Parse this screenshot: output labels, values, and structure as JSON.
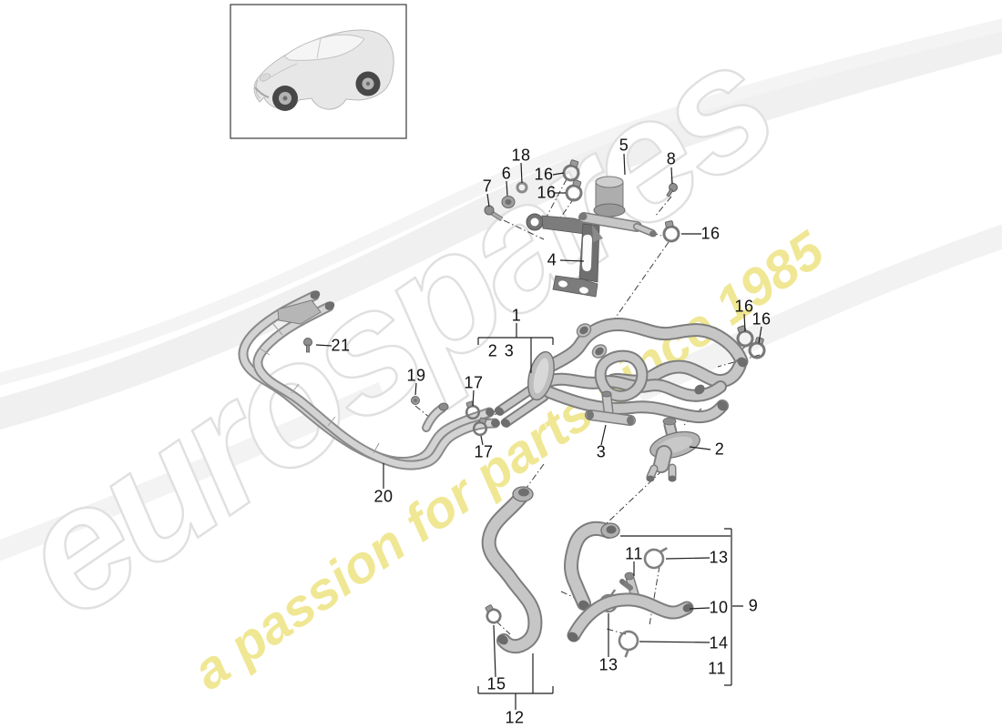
{
  "watermark": {
    "brand_text": "eurospares",
    "tagline_text": "a passion for parts since 1985",
    "brand_outline_color": "#e0e0e0",
    "tagline_color": "#f0e795"
  },
  "vehicle_thumbnail": {
    "icon": "car-suv-icon"
  },
  "diagram": {
    "line_color": "#1f1f1f",
    "hose_color": "#c6c6c6",
    "callouts": [
      {
        "text": "18"
      },
      {
        "text": "6"
      },
      {
        "text": "7"
      },
      {
        "text": "16"
      },
      {
        "text": "16"
      },
      {
        "text": "5"
      },
      {
        "text": "8"
      },
      {
        "text": "16"
      },
      {
        "text": "4"
      },
      {
        "text": "1"
      },
      {
        "text": "2"
      },
      {
        "text": "3"
      },
      {
        "text": "16"
      },
      {
        "text": "16"
      },
      {
        "text": "21"
      },
      {
        "text": "19"
      },
      {
        "text": "17"
      },
      {
        "text": "17"
      },
      {
        "text": "20"
      },
      {
        "text": "3"
      },
      {
        "text": "2"
      },
      {
        "text": "11"
      },
      {
        "text": "13"
      },
      {
        "text": "10"
      },
      {
        "text": "9"
      },
      {
        "text": "14"
      },
      {
        "text": "11"
      },
      {
        "text": "13"
      },
      {
        "text": "15"
      },
      {
        "text": "12"
      }
    ]
  }
}
